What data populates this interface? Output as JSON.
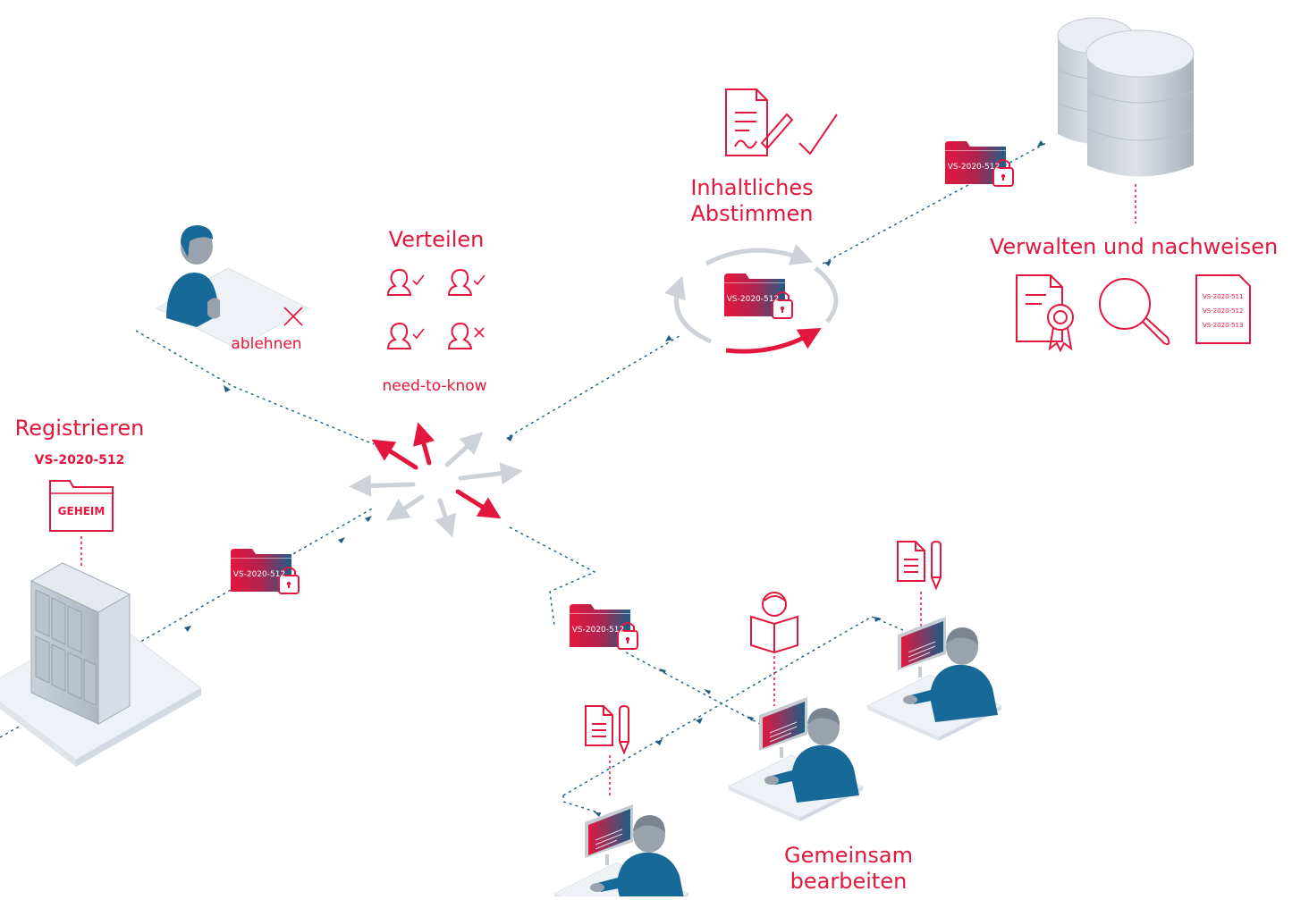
{
  "colors": {
    "accent": "#e3173e",
    "person_blue": "#176a97",
    "person_skin": "#9aa3ad",
    "flow_line": "#1f5d86",
    "arrow_grey": "#cdd2d8",
    "folder_gradient": [
      "#e3173e",
      "#1f5d86"
    ]
  },
  "labels": {
    "registrieren": "Registrieren",
    "verteilen": "Verteilen",
    "inhaltliches_1": "Inhaltliches",
    "inhaltliches_2": "Abstimmen",
    "verwalten": "Verwalten und nachweisen",
    "gemeinsam_1": "Gemeinsam",
    "gemeinsam_2": "bearbeiten",
    "ablehnen": "ablehnen",
    "need_to_know": "need-to-know"
  },
  "registrieren": {
    "doc_id": "VS-2020-512",
    "classification": "GEHEIM"
  },
  "folder_label": "VS-2020-512",
  "records_list": [
    "VS-2020-511",
    "VS-2020-512",
    "VS-2020-513"
  ],
  "icons": [
    "server-rack-icon",
    "classified-folder-icon",
    "person-reject-icon",
    "recipients-check-icon",
    "signed-document-icon",
    "sync-cycle-icon",
    "database-icon",
    "certificate-icon",
    "magnifier-icon",
    "record-list-icon",
    "edit-document-icon",
    "reader-icon",
    "workstation-icon",
    "lock-icon"
  ]
}
